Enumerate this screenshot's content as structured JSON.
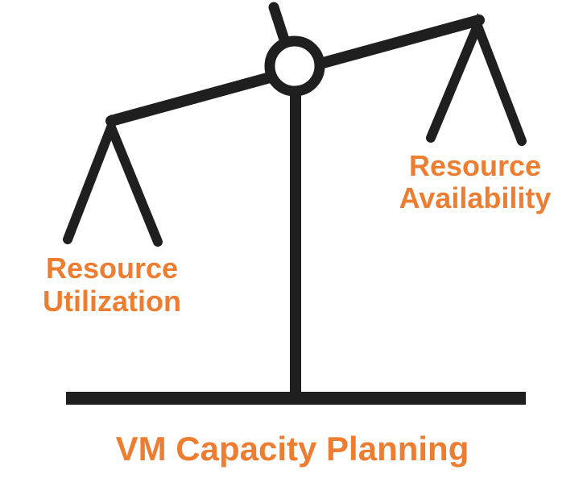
{
  "diagram": {
    "title": "VM Capacity Planning",
    "left_label": [
      "Resource",
      "Utilization"
    ],
    "right_label": [
      "Resource",
      "Availability"
    ],
    "colors": {
      "label": "#ED7D31",
      "scale": "#1f1f1f"
    },
    "icon": "balance-scale-icon"
  }
}
